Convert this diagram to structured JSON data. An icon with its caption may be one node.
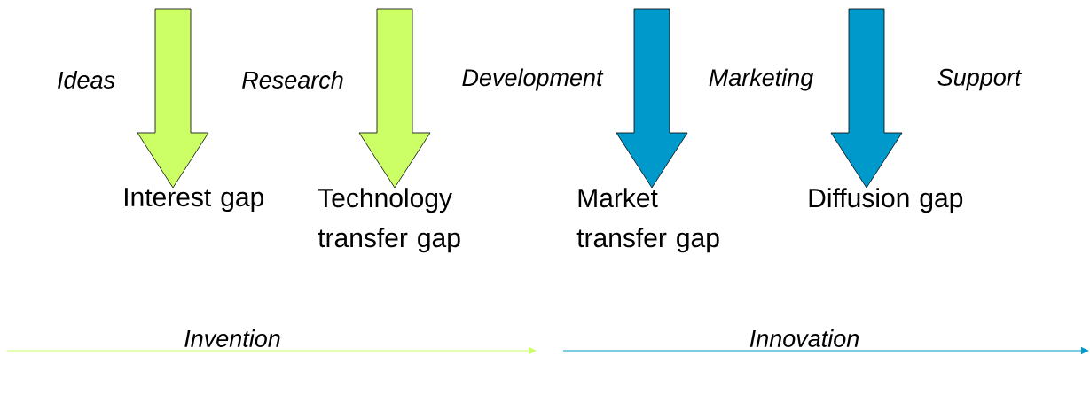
{
  "diagram": {
    "nodes": [
      {
        "text": [
          "Interest gap"
        ]
      },
      {
        "text": [
          "Technology transfer gap"
        ]
      },
      {
        "text": [
          "Market transfer gap"
        ]
      },
      {
        "text": [
          "Diffusion gap"
        ]
      }
    ],
    "edges": [
      {
        "from": null,
        "to": 0,
        "arrow": "to",
        "style": "thick",
        "color": "#ccff66"
      },
      {
        "from": null,
        "to": 1,
        "arrow": "to",
        "style": "thick",
        "color": "#ccff66"
      },
      {
        "from": null,
        "to": 2,
        "arrow": "to",
        "style": "thick",
        "color": "#0099cc"
      },
      {
        "from": null,
        "to": 3,
        "arrow": "to",
        "style": "thick",
        "color": "#0099cc"
      }
    ],
    "labels": [
      "Ideas",
      "Research",
      "Development",
      "Marketing",
      "Support",
      "Invention",
      "Innovation"
    ]
  }
}
